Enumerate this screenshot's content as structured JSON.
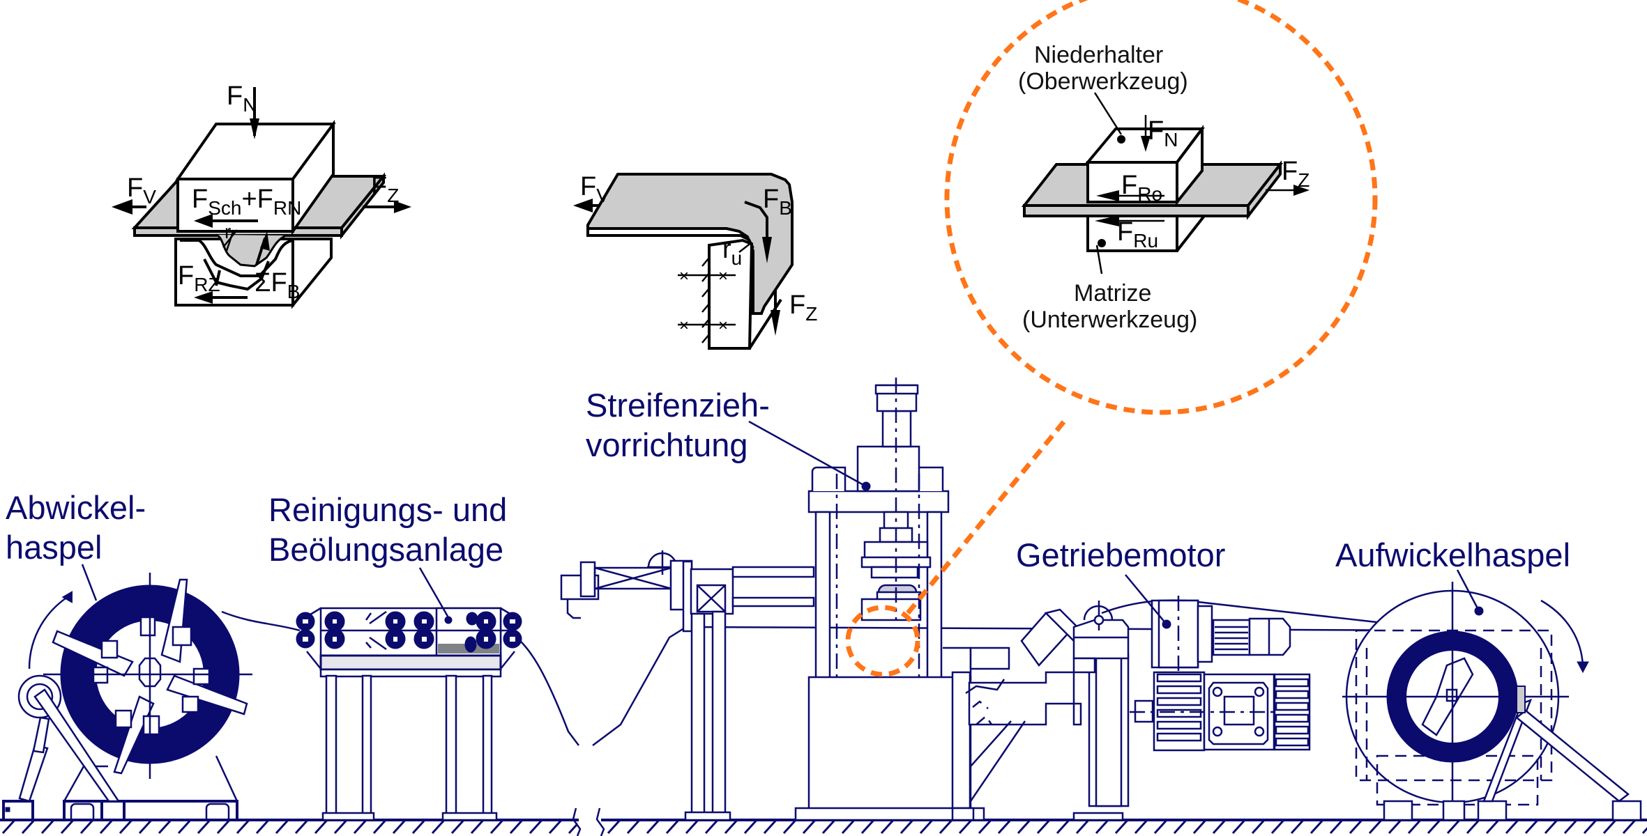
{
  "figure": {
    "colors": {
      "machine_line": "#0b0b6e",
      "detail_line": "#000000",
      "strip_fill": "#cccccc",
      "highlight_dash": "#ff7518"
    },
    "machine_labels": {
      "decoiler": [
        "Abwickel-",
        "haspel"
      ],
      "cleaning_oiling": [
        "Reinigungs- und",
        "Beölungsanlage"
      ],
      "strip_drawing": [
        "Streifenzieh-",
        "vorrichtung"
      ],
      "gear_motor": "Getriebemotor",
      "recoiler": "Aufwickelhaspel"
    },
    "detail_left": {
      "FN": {
        "main": "F",
        "sub": "N"
      },
      "FV": {
        "main": "F",
        "sub": "V"
      },
      "FZ": {
        "main": "F",
        "sub": "Z"
      },
      "FSch": {
        "main": "F",
        "sub": "Sch"
      },
      "plus": "+",
      "FRN": {
        "main": "F",
        "sub": "RN"
      },
      "FRZ": {
        "main": "F",
        "sub": "RZ"
      },
      "sumFB": {
        "prefix": "Σ",
        "main": "F",
        "sub": "B"
      },
      "r": "r"
    },
    "detail_middle": {
      "FV": {
        "main": "F",
        "sub": "V"
      },
      "FB": {
        "main": "F",
        "sub": "B"
      },
      "FZ": {
        "main": "F",
        "sub": "Z"
      },
      "ru": {
        "main": "r",
        "sub": "u"
      }
    },
    "detail_zoom": {
      "upper_tool": [
        "Niederhalter",
        "(Oberwerkzeug)"
      ],
      "lower_tool": [
        "Matrize",
        "(Unterwerkzeug)"
      ],
      "FN": {
        "main": "F",
        "sub": "N"
      },
      "FRo": {
        "main": "F",
        "sub": "Ro"
      },
      "FRu": {
        "main": "F",
        "sub": "Ru"
      },
      "FZ": {
        "main": "F",
        "sub": "Z"
      }
    }
  }
}
